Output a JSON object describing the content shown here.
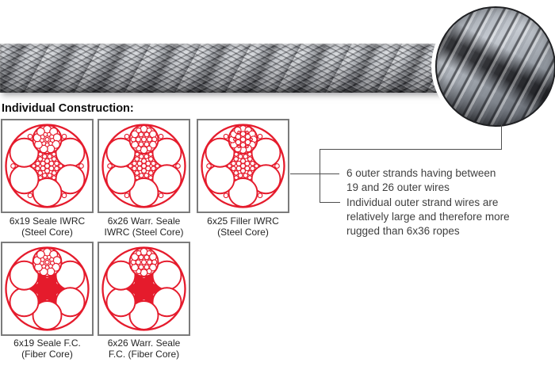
{
  "page": {
    "title": "Individual Construction:"
  },
  "images": {
    "rope_photo": "wire-rope-photo",
    "magnifier_inset": "magnified-rope-inset"
  },
  "diagrams": [
    {
      "caption_line1": "6x19 Seale IWRC",
      "caption_line2": "(Steel Core)",
      "core": "steel",
      "strand_pattern": "seale19"
    },
    {
      "caption_line1": "6x26 Warr. Seale",
      "caption_line2": "IWRC (Steel Core)",
      "core": "steel",
      "strand_pattern": "warrington_seale26"
    },
    {
      "caption_line1": "6x25 Filler IWRC",
      "caption_line2": "(Steel Core)",
      "core": "steel",
      "strand_pattern": "filler25"
    },
    {
      "caption_line1": "6x19 Seale F.C.",
      "caption_line2": "(Fiber Core)",
      "core": "fiber",
      "strand_pattern": "seale19"
    },
    {
      "caption_line1": "6x26 Warr. Seale",
      "caption_line2": "F.C. (Fiber Core)",
      "core": "fiber",
      "strand_pattern": "warrington_seale26"
    }
  ],
  "callouts": [
    {
      "text": "6 outer strands having between\n19 and 26 outer wires"
    },
    {
      "text": "Individual outer strand wires are\nrelatively large and therefore more\nrugged than 6x36 ropes"
    }
  ],
  "colors": {
    "diagram_red": "#e51b2c",
    "callout_line": "#4e4e4e",
    "box_border": "#7b7b7b",
    "text": "#3f3f3f"
  }
}
